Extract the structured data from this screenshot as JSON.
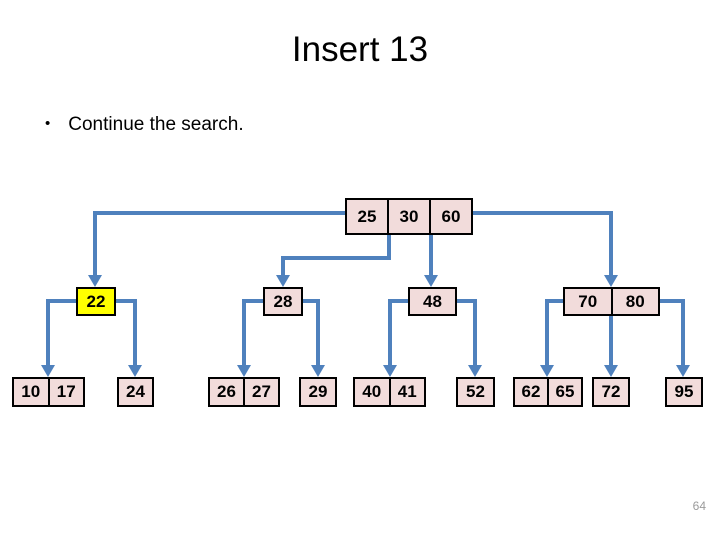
{
  "slide": {
    "title": "Insert 13",
    "bullet_glyph": "•",
    "bullet": "Continue the search.",
    "page_number": "64"
  },
  "colors": {
    "background": "#ffffff",
    "node_fill": "#f2dcdb",
    "node_highlight_fill": "#ffff00",
    "node_border": "#000000",
    "connector": "#4f81bd",
    "title_text": "#000000",
    "body_text": "#000000",
    "page_number_text": "#9b9b9b"
  },
  "tree": {
    "type": "b-tree",
    "root": {
      "keys": [
        "25",
        "30",
        "60"
      ]
    },
    "internal": [
      {
        "keys": [
          "22"
        ],
        "highlighted": true
      },
      {
        "keys": [
          "28"
        ],
        "highlighted": false
      },
      {
        "keys": [
          "48"
        ],
        "highlighted": false
      },
      {
        "keys": [
          "70",
          "80"
        ],
        "highlighted": false
      }
    ],
    "leaves": [
      {
        "keys": [
          "10",
          "17"
        ]
      },
      {
        "keys": [
          "24"
        ]
      },
      {
        "keys": [
          "26",
          "27"
        ]
      },
      {
        "keys": [
          "29"
        ]
      },
      {
        "keys": [
          "40",
          "41"
        ]
      },
      {
        "keys": [
          "52"
        ]
      },
      {
        "keys": [
          "62",
          "65"
        ]
      },
      {
        "keys": [
          "72"
        ]
      },
      {
        "keys": [
          "95"
        ]
      }
    ]
  }
}
